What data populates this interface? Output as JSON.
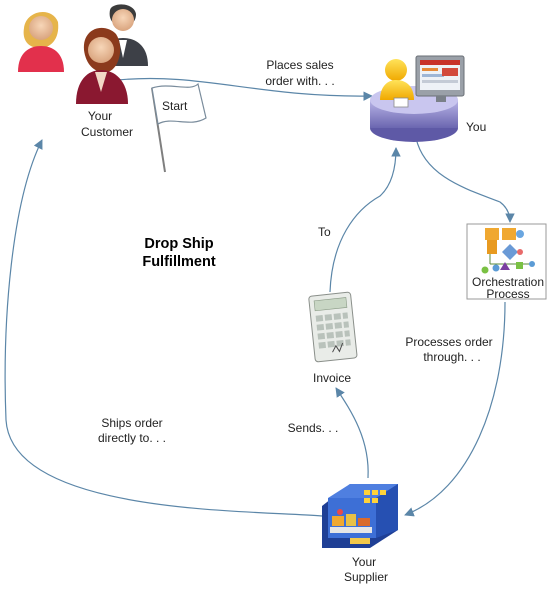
{
  "diagram": {
    "title": [
      "Drop Ship",
      "Fulfillment"
    ],
    "nodes": {
      "customer": {
        "label": [
          "Your",
          "Customer"
        ],
        "icon": "people-group-icon"
      },
      "start": {
        "label": "Start",
        "icon": "flag-icon"
      },
      "you": {
        "label": "You",
        "icon": "user-at-desk-icon"
      },
      "orchestration": {
        "label": [
          "Orchestration",
          "Process"
        ],
        "icon": "orchestration-process-icon"
      },
      "invoice": {
        "label": "Invoice",
        "icon": "invoice-calculator-icon"
      },
      "supplier": {
        "label": [
          "Your",
          "Supplier"
        ],
        "icon": "warehouse-icon"
      }
    },
    "edges": {
      "customer_to_you": [
        "Places sales",
        "order  with. . ."
      ],
      "you_to_orchestration": "",
      "orchestration_to_supplier": [
        "Processes order",
        "through. . ."
      ],
      "supplier_to_invoice": "Sends. . .",
      "invoice_to_you": "To",
      "supplier_to_customer": [
        "Ships order",
        "directly to. . ."
      ]
    },
    "colors": {
      "arrow": "#5b86a8",
      "platform": "#8a86c8",
      "box_blue": "#2a56b8",
      "title": "#000000"
    }
  }
}
